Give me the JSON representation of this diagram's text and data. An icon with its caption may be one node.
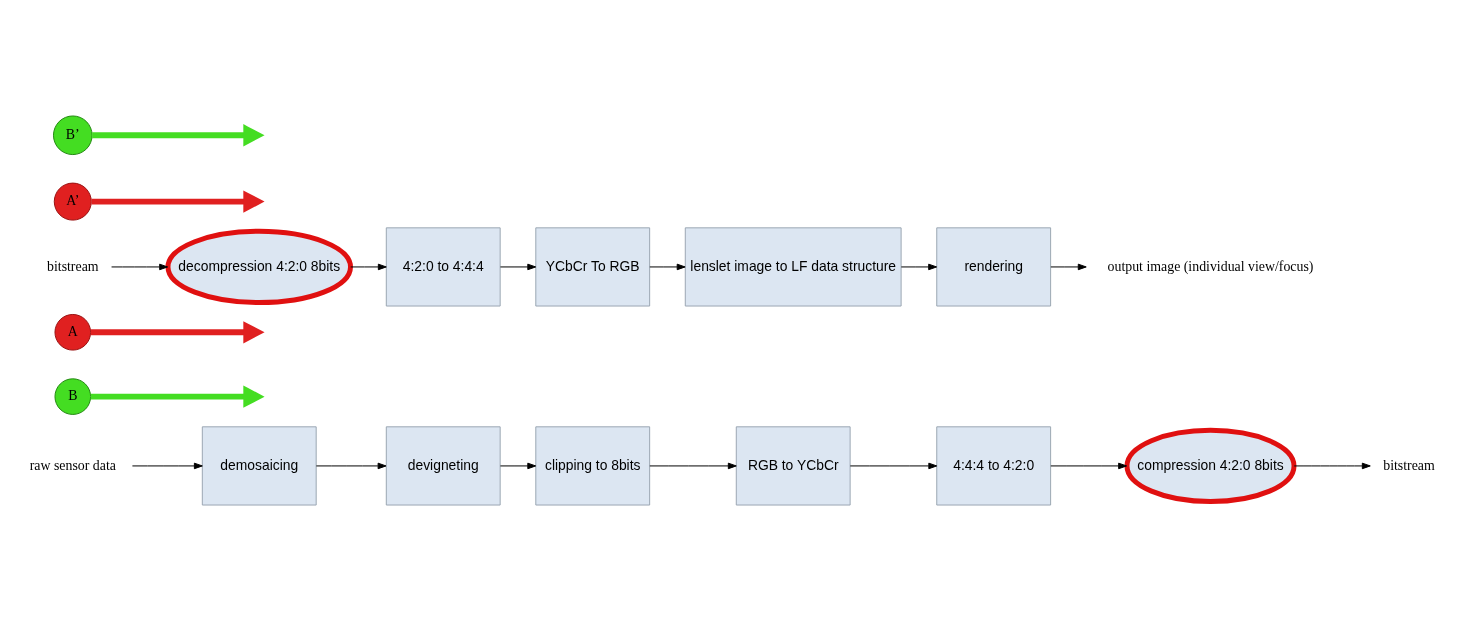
{
  "diagram": {
    "nodes": [
      {
        "text": [
          "raw sensor data"
        ]
      },
      {
        "text": [
          "demosaicing"
        ]
      },
      {
        "text": [
          "devigneting"
        ]
      },
      {
        "text": [
          "clipping to 8bits"
        ]
      },
      {
        "text": [
          "RGB to YCbCr"
        ]
      },
      {
        "text": [
          "4:4:4 to 4:2:0"
        ]
      },
      {
        "text": [
          "compression 4:2:0 8bits"
        ]
      },
      {
        "text": [
          "bitstream"
        ]
      },
      {
        "text": [
          "B"
        ]
      },
      {
        "text": [
          "A"
        ]
      },
      {
        "text": [
          "bitstream"
        ]
      },
      {
        "text": [
          "decompression 4:2:0 8bits"
        ]
      },
      {
        "text": [
          "4:2:0 to 4:4:4"
        ]
      },
      {
        "text": [
          "YCbCr To RGB"
        ]
      },
      {
        "text": [
          "lenslet image to LF data structure"
        ]
      },
      {
        "text": [
          "rendering"
        ]
      },
      {
        "text": [
          "output image (individual view/focus)"
        ]
      },
      {
        "text": [
          "A’"
        ]
      },
      {
        "text": [
          "B’"
        ]
      }
    ],
    "edges": [
      {
        "from": 0,
        "to": 1,
        "arrow": "to"
      },
      {
        "from": 1,
        "to": 2,
        "arrow": "to"
      },
      {
        "from": 2,
        "to": 3,
        "arrow": "to"
      },
      {
        "from": 3,
        "to": 4,
        "arrow": "to"
      },
      {
        "from": 4,
        "to": 5,
        "arrow": "to"
      },
      {
        "from": 5,
        "to": 6,
        "arrow": "to"
      },
      {
        "from": 6,
        "to": 7,
        "arrow": "to"
      },
      {
        "from": 8,
        "to": null,
        "arrow": "to",
        "style": "thick",
        "color": "#44dd22"
      },
      {
        "from": 9,
        "to": null,
        "arrow": "to",
        "style": "thick",
        "color": "#e02020"
      },
      {
        "from": 10,
        "to": 11,
        "arrow": "to"
      },
      {
        "from": 11,
        "to": 12,
        "arrow": "to"
      },
      {
        "from": 12,
        "to": 13,
        "arrow": "to"
      },
      {
        "from": 13,
        "to": 14,
        "arrow": "to"
      },
      {
        "from": 14,
        "to": 15,
        "arrow": "to"
      },
      {
        "from": 15,
        "to": 16,
        "arrow": "to"
      },
      {
        "from": 17,
        "to": null,
        "arrow": "to",
        "style": "thick",
        "color": "#e02020"
      },
      {
        "from": 18,
        "to": null,
        "arrow": "to",
        "style": "thick",
        "color": "#44dd22"
      }
    ]
  }
}
